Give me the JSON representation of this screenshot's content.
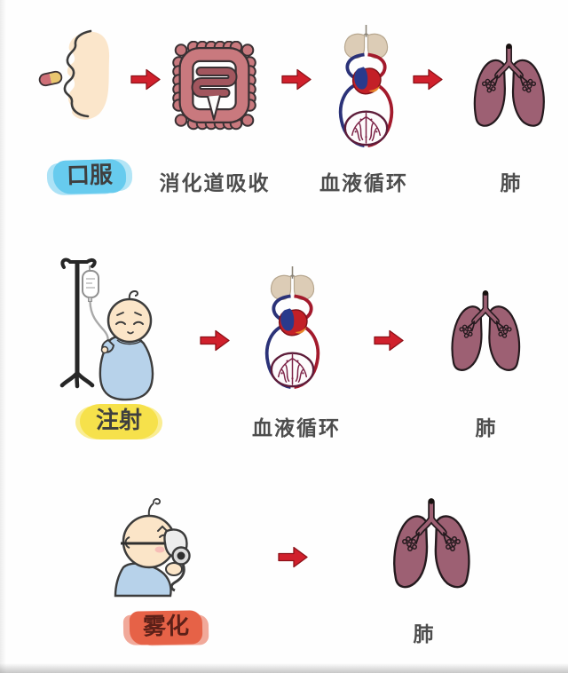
{
  "page": {
    "background": "#fefefe"
  },
  "colors": {
    "arrow": "#d0202c",
    "label_text": "#4d4d4d",
    "oral_highlight": "#67cbee",
    "injection_highlight": "#f6e14b",
    "nebulization_highlight": "#e66247",
    "lung_fill": "#9d6073",
    "intestine_fill": "#c9797e",
    "skin": "#fbe5c8",
    "gown_blue": "#b7d2ea"
  },
  "rows": [
    {
      "id": "oral",
      "route_label": "口服",
      "illustrations": [
        "mouth-pill-illustration",
        "intestines-illustration",
        "circulation-illustration",
        "lungs-illustration"
      ],
      "step_labels": [
        "消化道吸收",
        "血液循环",
        "肺"
      ]
    },
    {
      "id": "injection",
      "route_label": "注射",
      "illustrations": [
        "iv-drip-baby-illustration",
        "circulation-illustration",
        "lungs-illustration"
      ],
      "step_labels": [
        "血液循环",
        "肺"
      ]
    },
    {
      "id": "nebulization",
      "route_label": "雾化",
      "illustrations": [
        "nebulizer-baby-illustration",
        "lungs-illustration"
      ],
      "step_labels": [
        "肺"
      ]
    }
  ]
}
